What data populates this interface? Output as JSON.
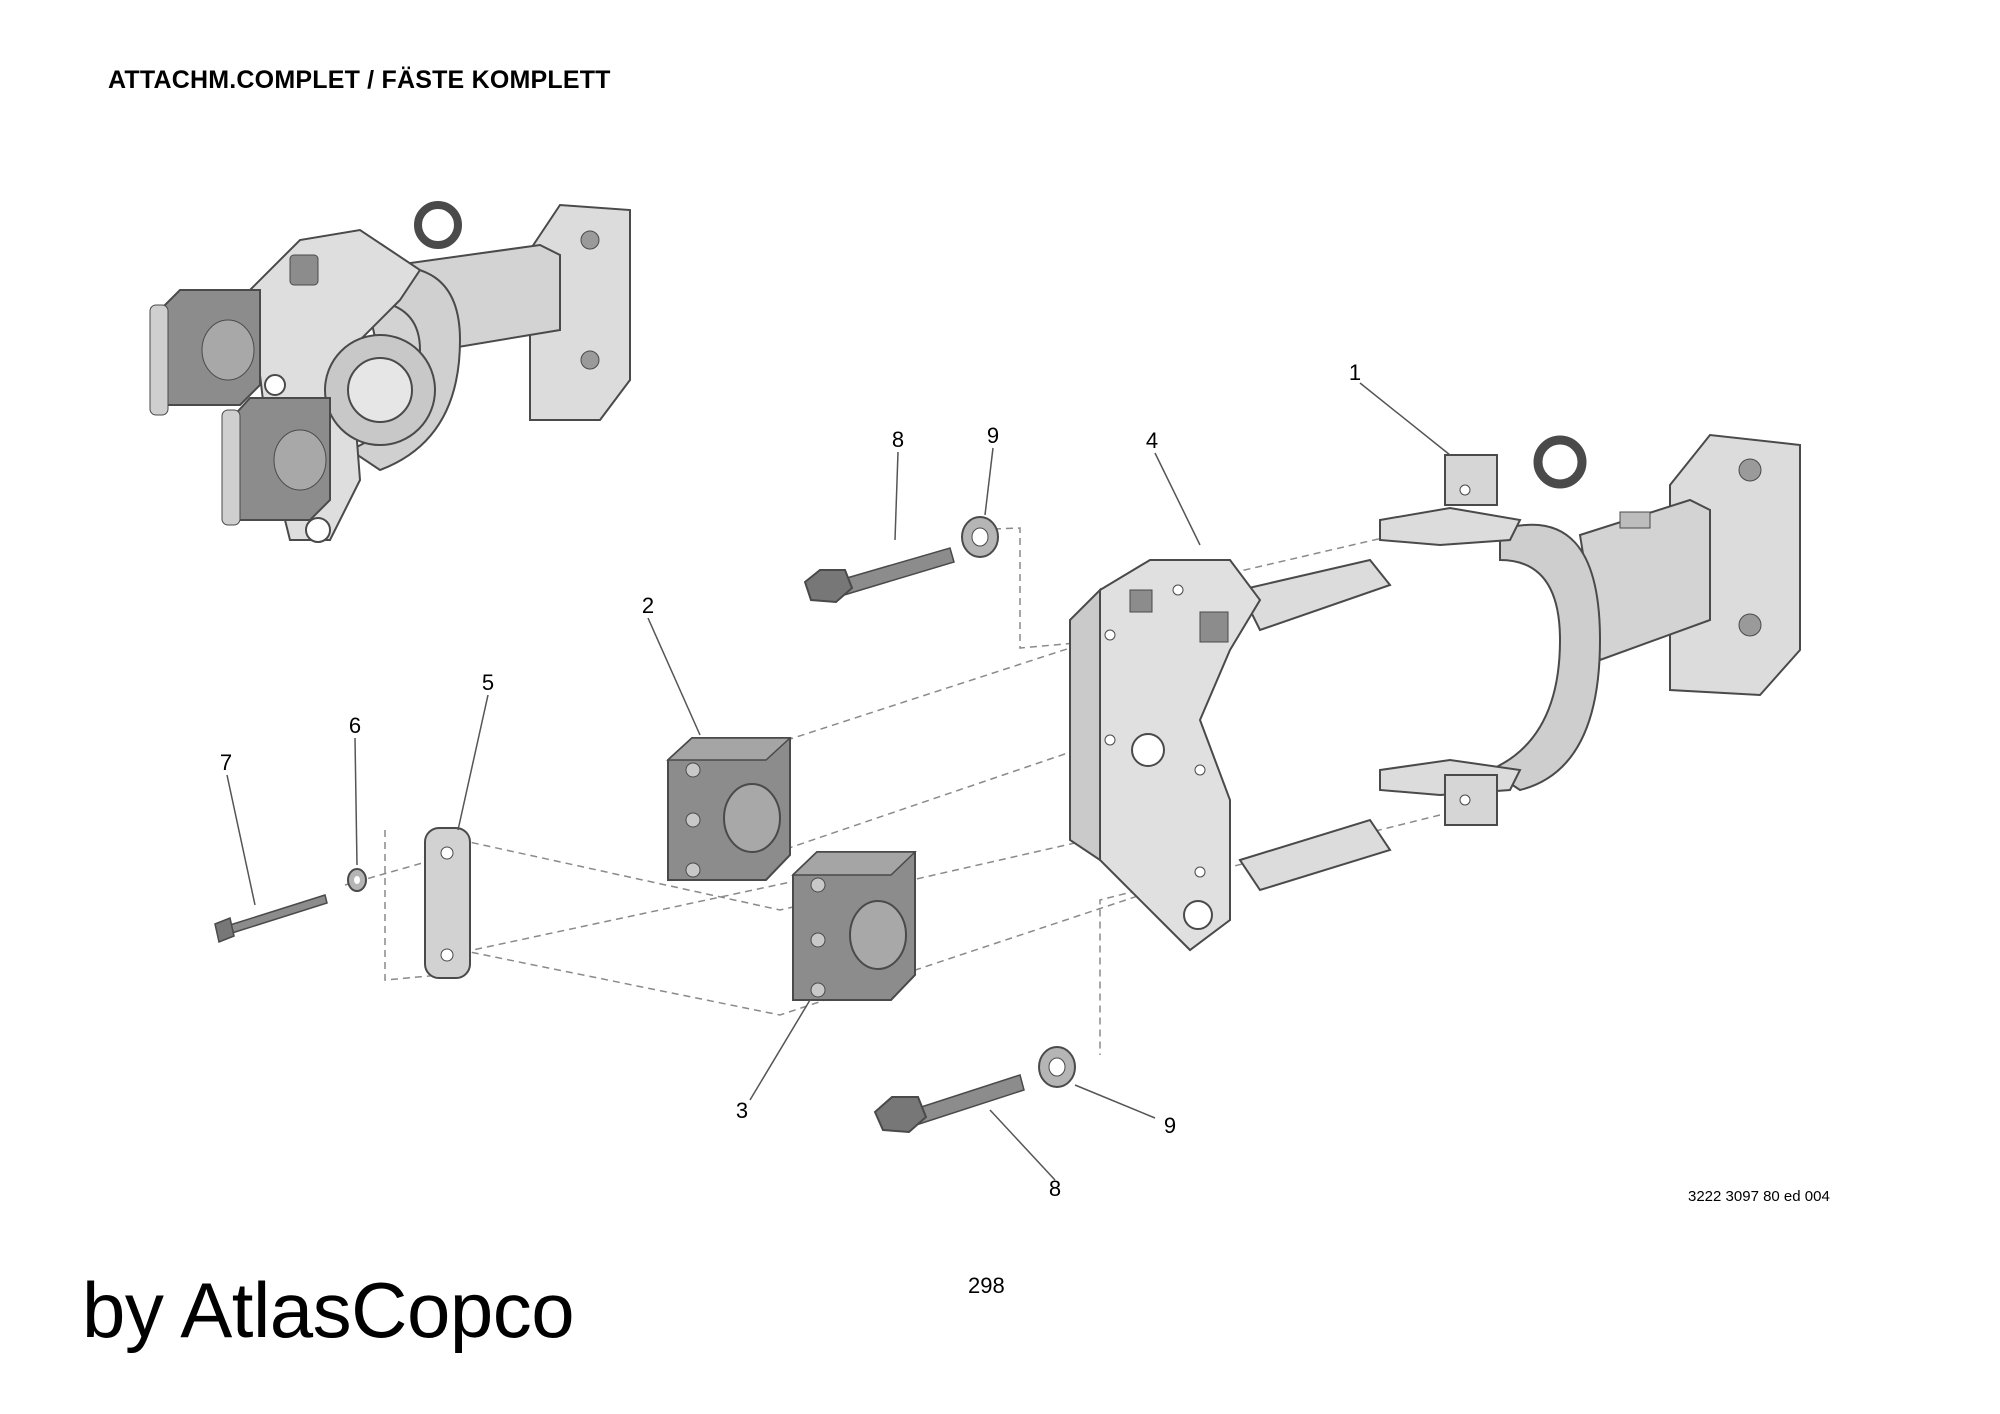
{
  "title": "ATTACHM.COMPLET / FÄSTE KOMPLETT",
  "document_ref": "3222 3097 80 ed 004",
  "page_number": "298",
  "brand": "by AtlasCopco",
  "callouts": [
    "1",
    "2",
    "3",
    "4",
    "5",
    "6",
    "7",
    "8",
    "9",
    "8",
    "9"
  ],
  "colors": {
    "part_light": "#dcdcdc",
    "part_dark": "#8c8c8c",
    "outline": "#4a4a4a",
    "leader": "#555555"
  }
}
